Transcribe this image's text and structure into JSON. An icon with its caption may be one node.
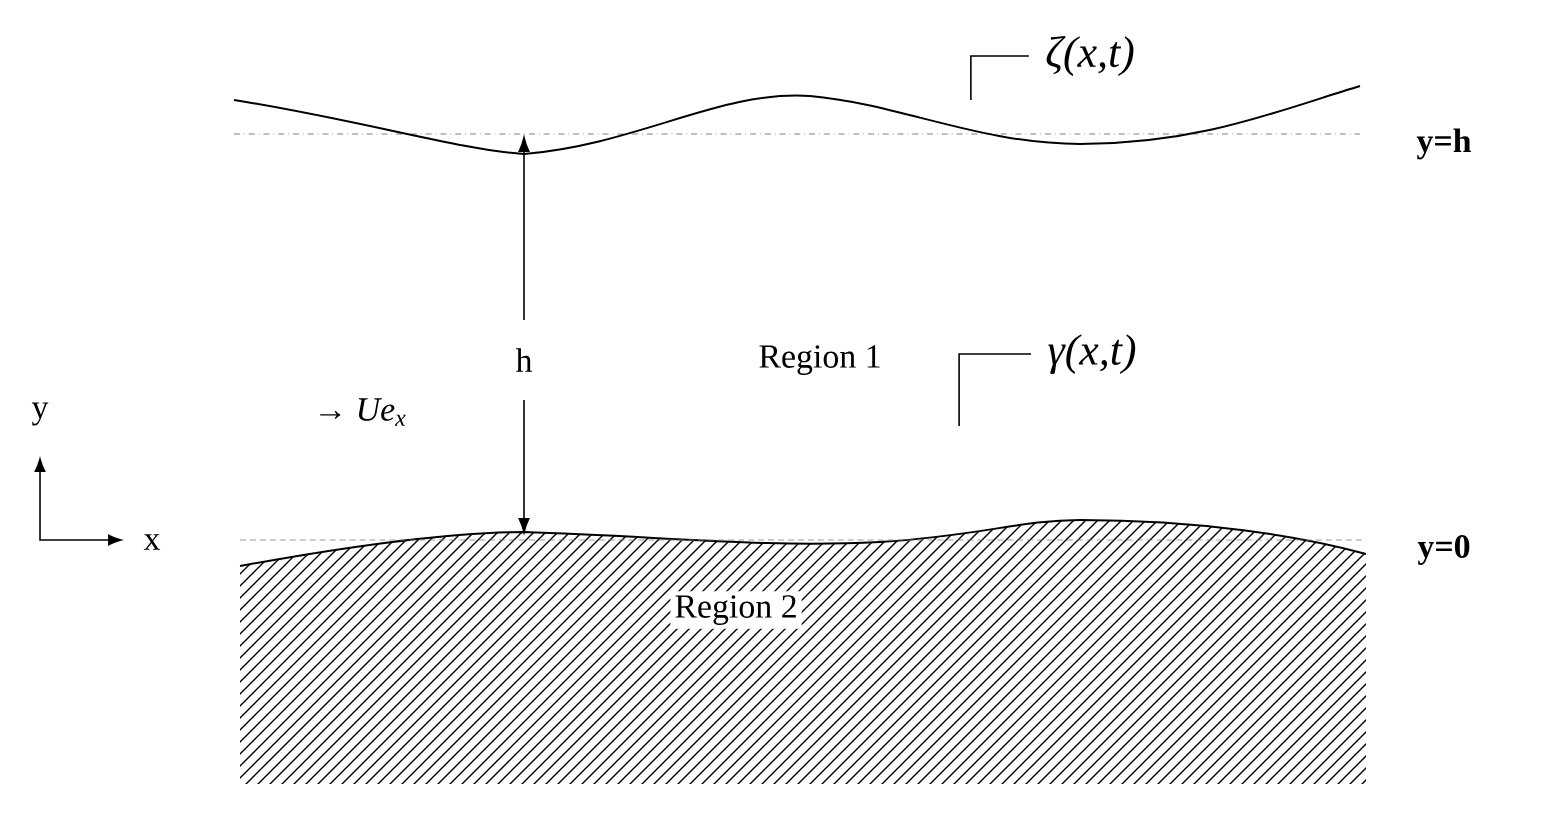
{
  "diagram": {
    "nodes": [
      {
        "text": [
          "Region 2"
        ]
      },
      {
        "text": [
          "ζ(x,t)"
        ]
      },
      {
        "text": [
          "γ(x,t)"
        ]
      }
    ],
    "edges": [
      {
        "from": 1,
        "to": null,
        "arrow": "none"
      },
      {
        "from": 2,
        "to": null,
        "arrow": "none"
      }
    ],
    "labels": [
      "y=h",
      "h",
      "Region 1",
      "y",
      "→ Ue$_{x}$",
      "x",
      "y=0"
    ]
  }
}
